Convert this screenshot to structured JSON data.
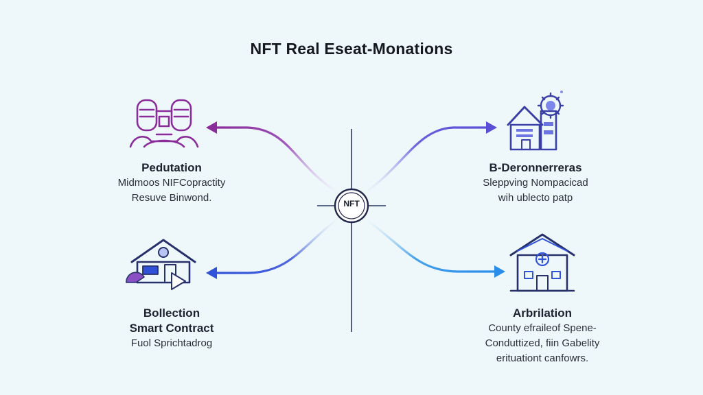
{
  "title": "NFT Real Eseat-Monations",
  "hub": {
    "label": "NFT"
  },
  "nodes": [
    {
      "heading": "Pedutation",
      "lines": [
        "Midmoos NIFCopractity",
        "Resuve Binwond."
      ]
    },
    {
      "heading": "B-Deronnerreras",
      "lines": [
        "Sleppving Nompacicad",
        "wih ublecto patp"
      ]
    },
    {
      "heading": "Bollection",
      "heading2": "Smart Contract",
      "lines": [
        "Fuol Sprichtadrog"
      ]
    },
    {
      "heading": "Arbrilation",
      "lines": [
        "County efraileof Spene-",
        "Conduttized, fiin Gabelity",
        "erituationt canfowrs."
      ]
    }
  ],
  "colors": {
    "purple": "#8a2c9a",
    "violet": "#5a4fd6",
    "blue": "#2f52d8",
    "sky": "#2a8ee8",
    "navy": "#27306b",
    "ink": "#15181f"
  },
  "icons": [
    "masks-icon",
    "house-gear-icon",
    "house-chart-icon",
    "house-plus-icon"
  ]
}
